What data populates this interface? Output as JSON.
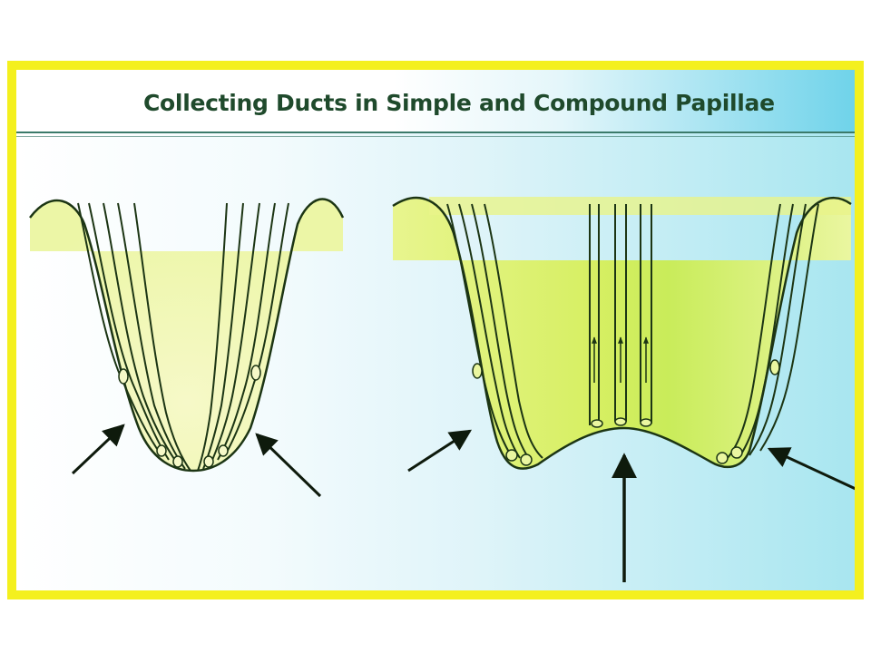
{
  "title": "Collecting Ducts in Simple and Compound Papillae",
  "colors": {
    "frame": "#f4f01e",
    "title_text": "#1f4a2c",
    "papilla_fill": "#e9f48a",
    "duct_line": "#1c3514",
    "background_cyan": "#a8e6f0"
  },
  "diagrams": [
    {
      "label_role": "simple-papilla",
      "arrows": 2
    },
    {
      "label_role": "compound-papilla",
      "arrows": 3
    }
  ]
}
